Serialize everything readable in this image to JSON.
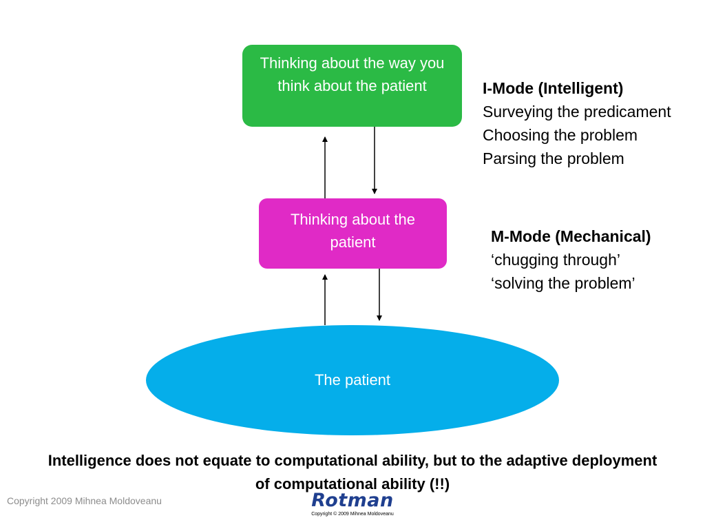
{
  "diagram": {
    "top_box": {
      "text": "Thinking about the way you think about the patient",
      "color": "#2bba45"
    },
    "middle_box": {
      "text": "Thinking about the patient",
      "color": "#e02ac6"
    },
    "bottom_ellipse": {
      "text": "The patient",
      "color": "#05aeea"
    }
  },
  "i_mode": {
    "heading": "I-Mode (Intelligent)",
    "items": [
      "Surveying the predicament",
      "Choosing the problem",
      "Parsing the problem"
    ]
  },
  "m_mode": {
    "heading": "M-Mode (Mechanical)",
    "items": [
      "‘chugging through’",
      "‘solving the problem’"
    ]
  },
  "conclusion": "Intelligence does not equate to computational ability, but to the adaptive deployment of computational ability (!!)",
  "footer": {
    "copyright": "Copyright 2009 Mihnea Moldoveanu",
    "logo_text": "Rotman",
    "logo_copyright": "Copyright © 2009 Mihnea Moldoveanu"
  }
}
